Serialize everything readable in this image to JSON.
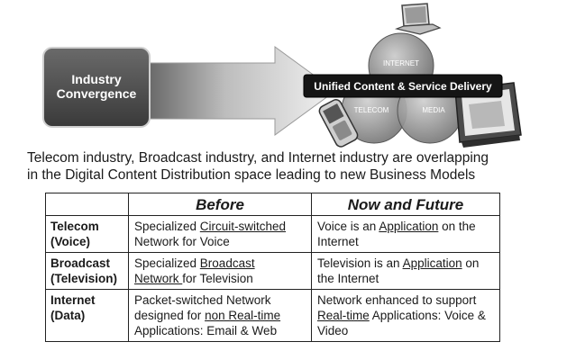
{
  "diagram": {
    "convergence_box": {
      "line1": "Industry",
      "line2": "Convergence"
    },
    "circles": {
      "top": "INTERNET",
      "left": "TELECOM",
      "right": "MEDIA"
    },
    "banner": "Unified Content & Service Delivery"
  },
  "intro": {
    "line1": "Telecom industry, Broadcast industry, and Internet industry are overlapping",
    "line2": "in the Digital Content Distribution space leading to new Business Models"
  },
  "table": {
    "headers": {
      "before": "Before",
      "now": "Now and Future"
    },
    "rows": [
      {
        "head1": "Telecom",
        "head2": "(Voice)",
        "before": {
          "l1a": "Specialized ",
          "l1u": "Circuit-switched",
          "l2": "Network for Voice"
        },
        "now": {
          "l1a": "Voice is an ",
          "l1u": "Application",
          "l1b": " on the",
          "l2": "Internet"
        }
      },
      {
        "head1": "Broadcast",
        "head2": "(Television)",
        "before": {
          "l1a": "Specialized ",
          "l1u": "Broadcast",
          "l2u": "Network ",
          "l2": "for Television"
        },
        "now": {
          "l1a": "Television is an ",
          "l1u": "Application",
          "l1b": " on",
          "l2": "the Internet"
        }
      },
      {
        "head1": "Internet",
        "head2": "(Data)",
        "before": {
          "l1": "Packet-switched Network",
          "l2a": "designed for ",
          "l2u": "non Real-time",
          "l3": "Applications: Email & Web"
        },
        "now": {
          "l1": "Network enhanced to support",
          "l2u": "Real-time",
          "l2b": " Applications: Voice &",
          "l3": "Video"
        }
      }
    ]
  }
}
